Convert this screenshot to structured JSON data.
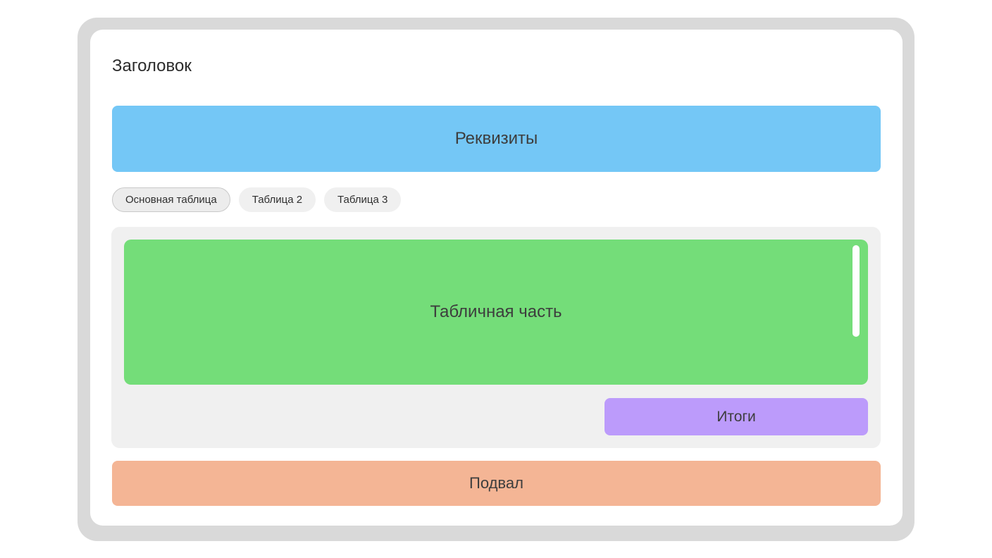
{
  "form": {
    "title": "Заголовок"
  },
  "requisites": {
    "label": "Реквизиты",
    "color": "#74c7f6"
  },
  "tabs": [
    {
      "label": "Основная таблица",
      "active": true
    },
    {
      "label": "Таблица 2",
      "active": false
    },
    {
      "label": "Таблица 3",
      "active": false
    }
  ],
  "table_area": {
    "panel_color": "#f0f0f0",
    "body": {
      "label": "Табличная часть",
      "color": "#74dd79",
      "scrollbar": {
        "name": "vertical-scrollbar",
        "thumb_color": "#ffffff"
      }
    },
    "totals": {
      "label": "Итоги",
      "color": "#bc9bfb"
    }
  },
  "footer": {
    "label": "Подвал",
    "color": "#f4b595"
  },
  "frame": {
    "outer_color": "#d9d9d9",
    "card_color": "#ffffff"
  }
}
